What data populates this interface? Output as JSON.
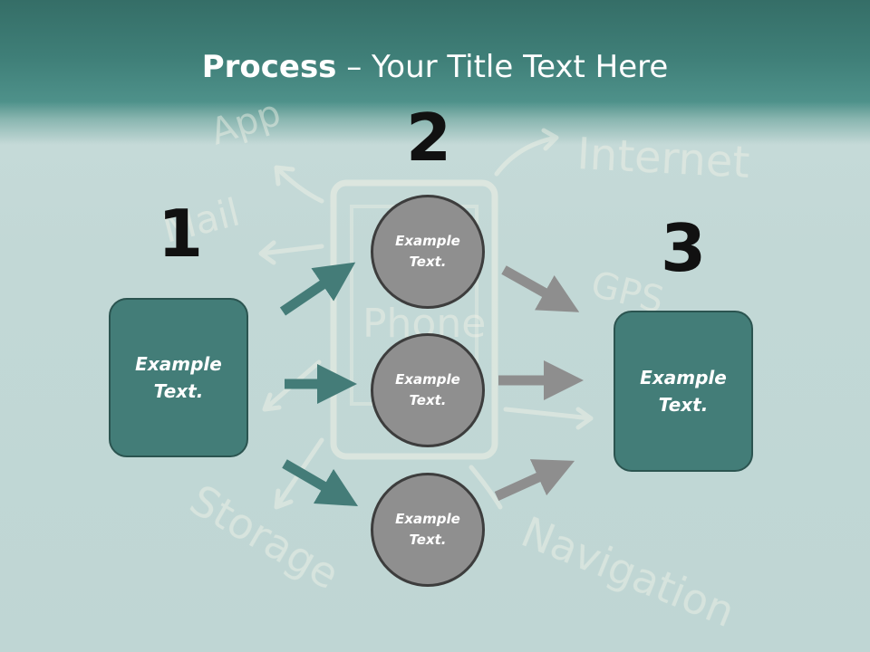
{
  "title": {
    "bold": "Process",
    "rest": " – Your Title Text Here"
  },
  "numbers": [
    "1",
    "2",
    "3"
  ],
  "left_box": {
    "text": "Example Text."
  },
  "right_box": {
    "text": "Example Text."
  },
  "circles": [
    {
      "text": "Example Text."
    },
    {
      "text": "Example Text."
    },
    {
      "text": "Example Text."
    }
  ],
  "background_words": [
    "App",
    "Internet",
    "Mail",
    "Phone",
    "GPS",
    "Storage",
    "Navigation"
  ],
  "colors": {
    "teal_box": "#437d78",
    "teal_arrow": "#447c78",
    "gray_circle": "#8f8f8f",
    "gray_arrow": "#8e8e8e",
    "title_band": "#3f7f78"
  }
}
